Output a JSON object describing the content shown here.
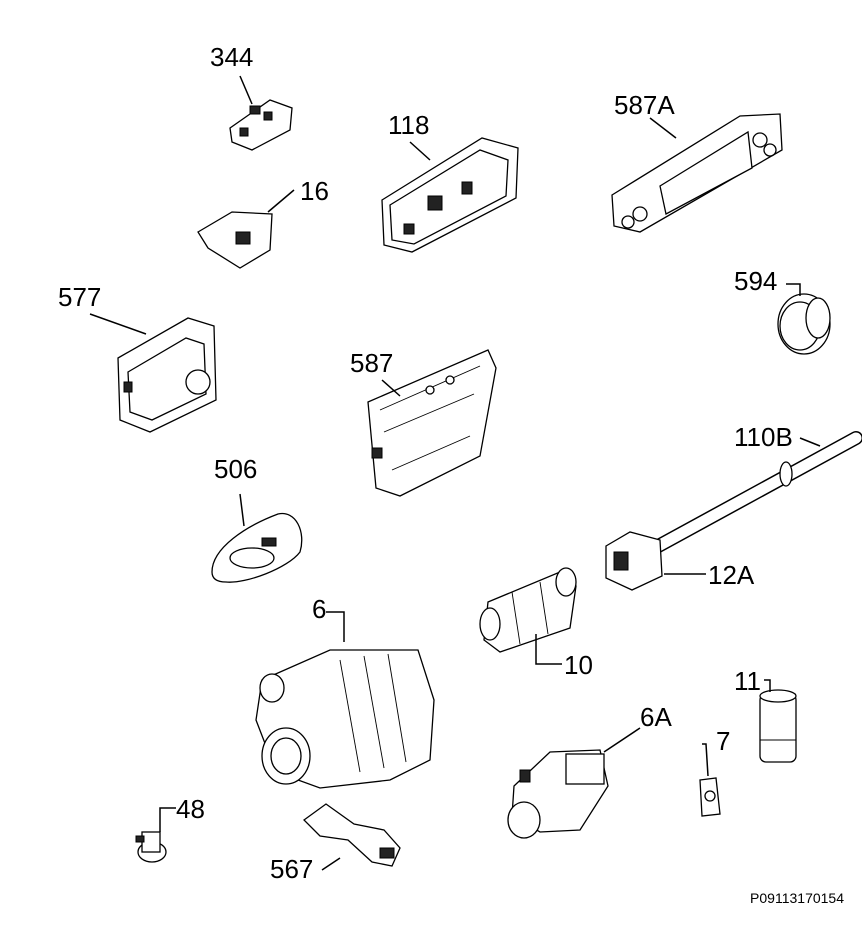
{
  "diagram": {
    "drawing_code": "P09113170154",
    "parts": [
      {
        "id": "p344",
        "label": "344"
      },
      {
        "id": "p118",
        "label": "118"
      },
      {
        "id": "p587a",
        "label": "587A"
      },
      {
        "id": "p16",
        "label": "16"
      },
      {
        "id": "p594",
        "label": "594"
      },
      {
        "id": "p577",
        "label": "577"
      },
      {
        "id": "p587",
        "label": "587"
      },
      {
        "id": "p110b",
        "label": "110B"
      },
      {
        "id": "p506",
        "label": "506"
      },
      {
        "id": "p12a",
        "label": "12A"
      },
      {
        "id": "p6",
        "label": "6"
      },
      {
        "id": "p10",
        "label": "10"
      },
      {
        "id": "p11",
        "label": "11"
      },
      {
        "id": "p6a",
        "label": "6A"
      },
      {
        "id": "p7",
        "label": "7"
      },
      {
        "id": "p48",
        "label": "48"
      },
      {
        "id": "p567",
        "label": "567"
      }
    ]
  }
}
